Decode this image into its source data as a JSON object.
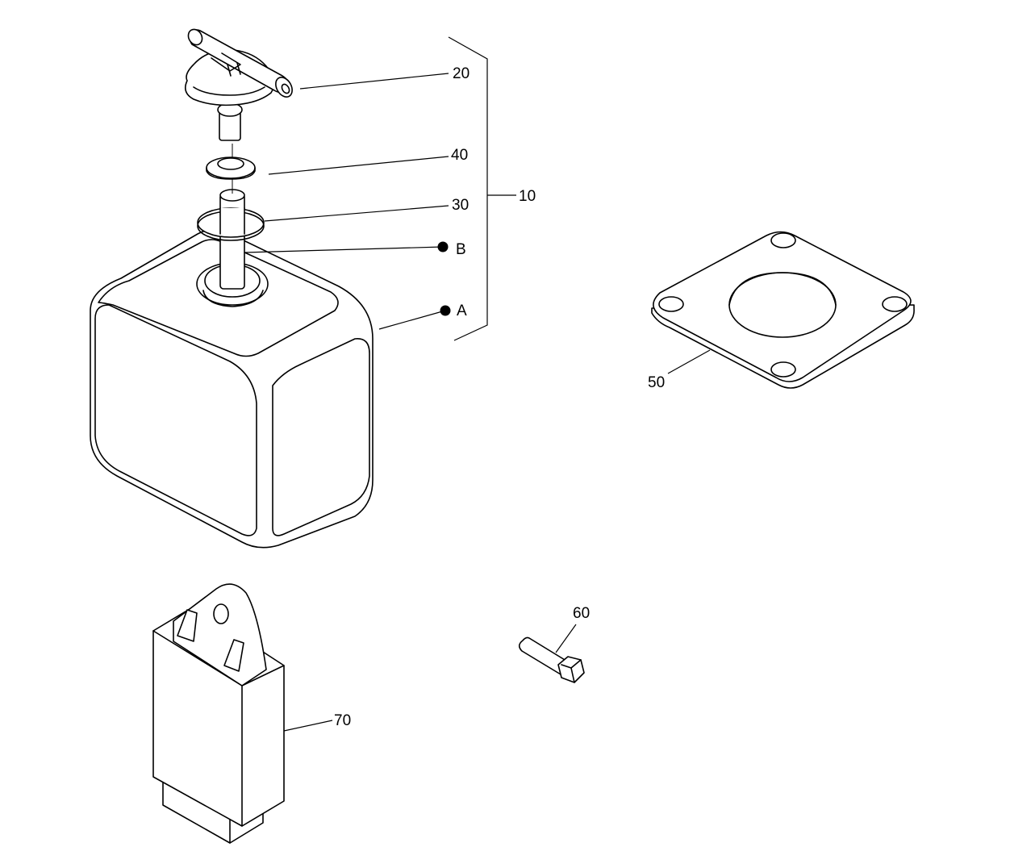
{
  "labels": {
    "item_10": "10",
    "item_20": "20",
    "item_30": "30",
    "item_40": "40",
    "item_50": "50",
    "item_60": "60",
    "item_70": "70",
    "ref_a": "A",
    "ref_b": "B"
  }
}
